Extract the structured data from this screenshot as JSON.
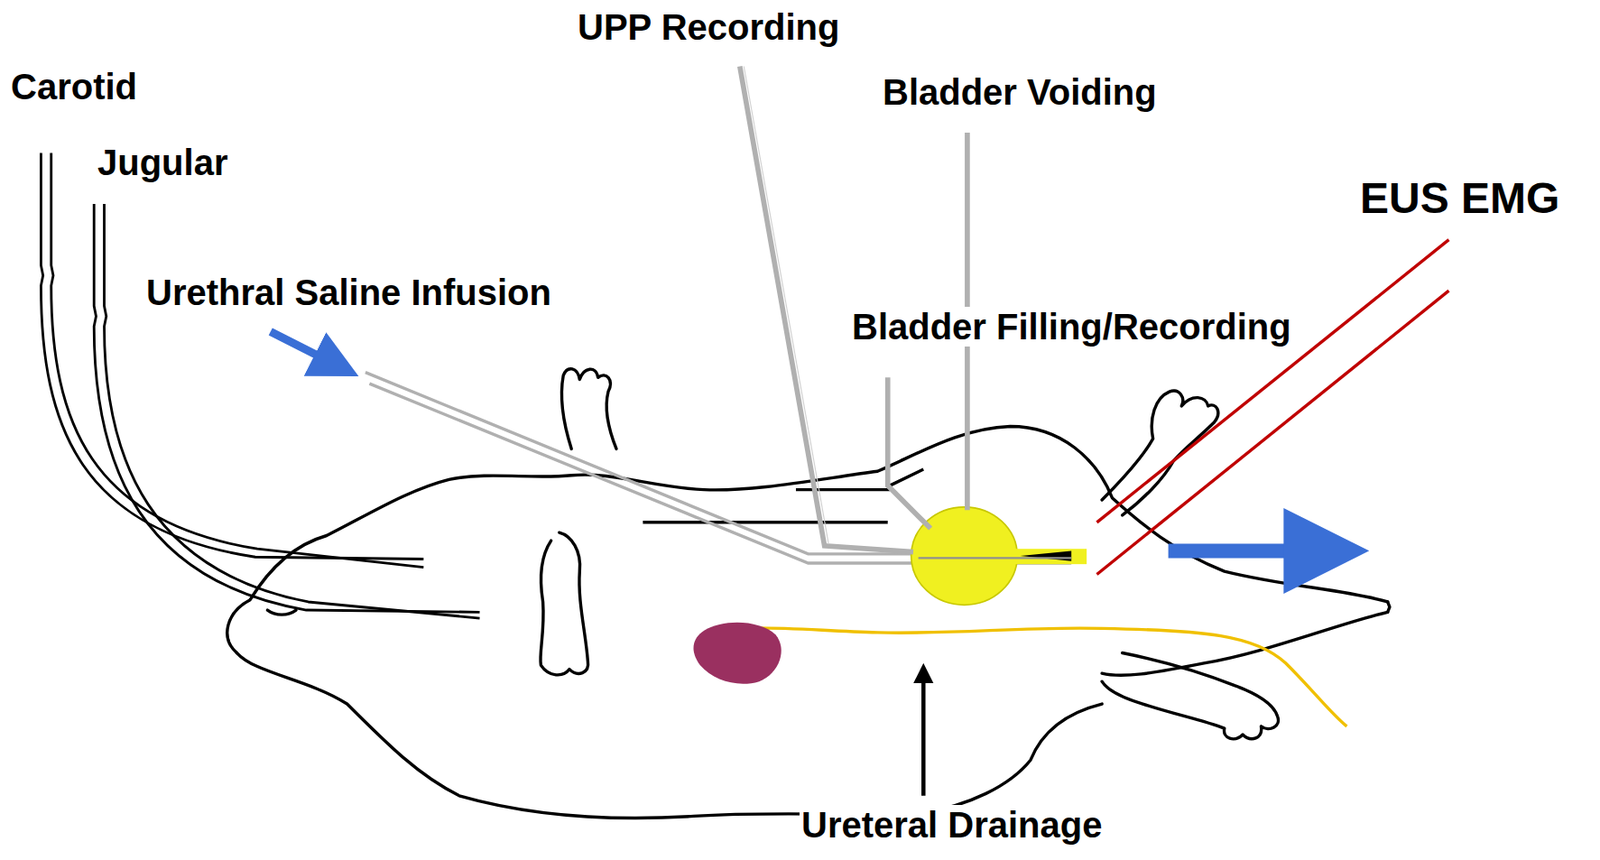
{
  "diagram": {
    "labels": [
      "UPP Recording",
      "Carotid",
      "Bladder Voiding",
      "Jugular",
      "EUS EMG",
      "Urethral Saline Infusion",
      "Bladder Filling/Recording",
      "Ureteral Drainage"
    ]
  }
}
